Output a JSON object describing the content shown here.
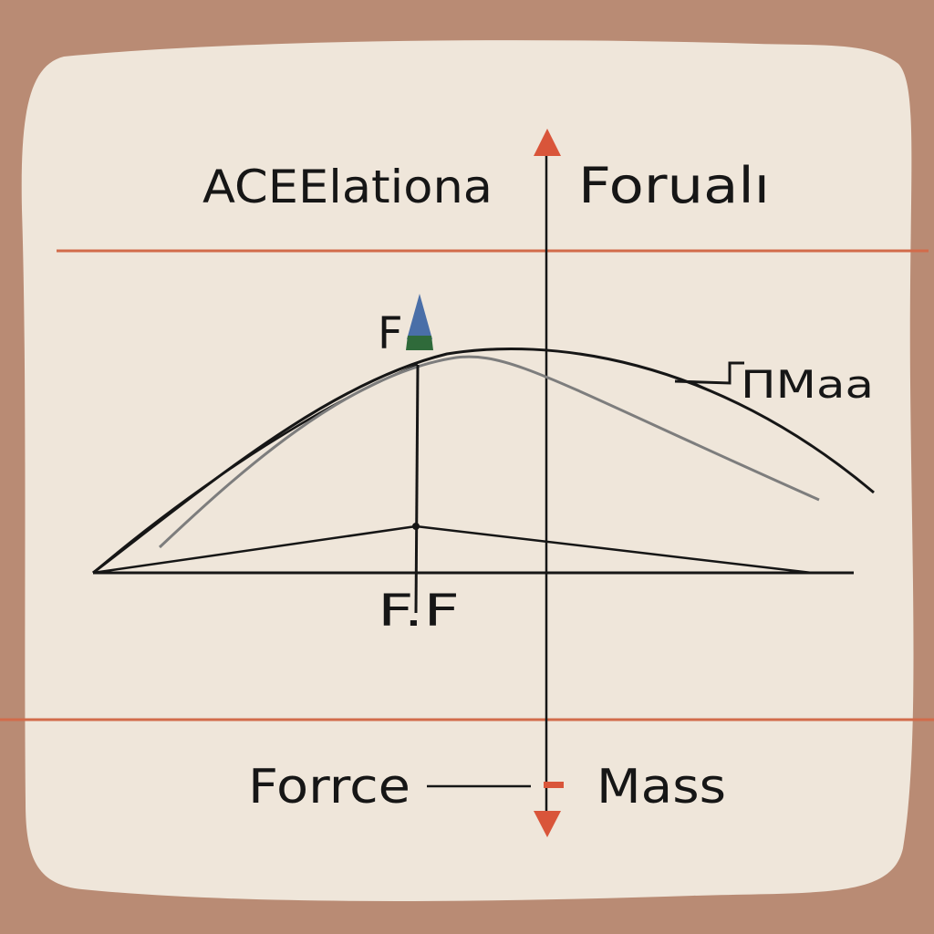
{
  "title_left": "ACEElationa",
  "title_right": "Forualı",
  "label_apex": "F",
  "label_side": "ΠMaa",
  "label_base": "F.F",
  "bottom_left": "Forrce",
  "bottom_right": "Mass",
  "colors": {
    "background": "#b98b74",
    "paper": "#efe6da",
    "rule_line": "#d26b4a",
    "arrow": "#d9553a",
    "ink": "#161616",
    "gray_curve": "#7d7d7d",
    "marker_blue": "#4a6fa8",
    "marker_green": "#2f6a3a"
  }
}
